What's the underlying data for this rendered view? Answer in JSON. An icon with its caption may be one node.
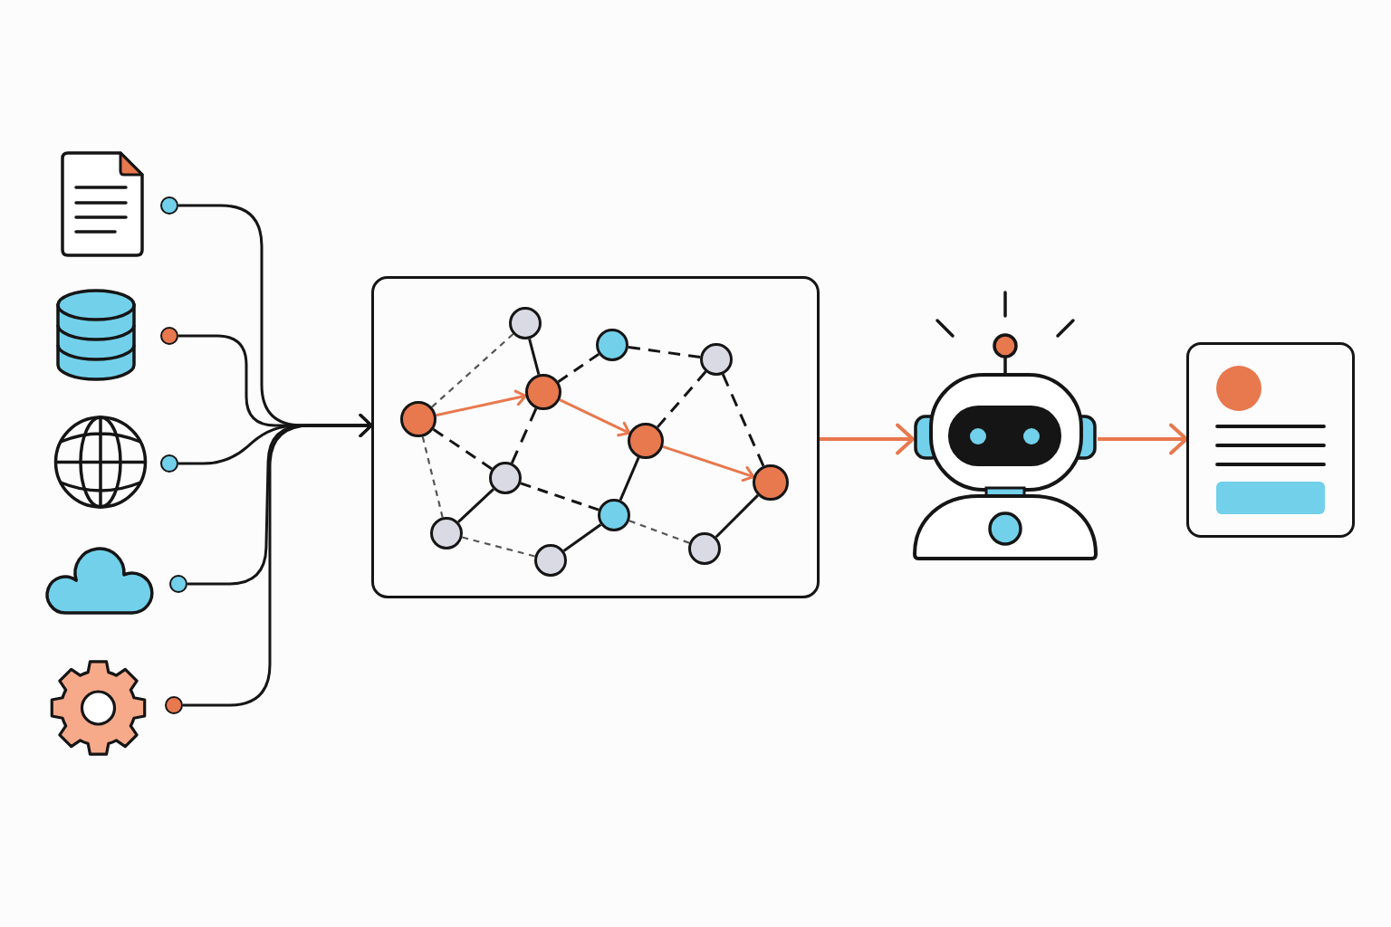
{
  "diagram": {
    "nodes": [
      {
        "text": [],
        "shape": "picture"
      },
      {
        "text": [],
        "shape": "cylinder"
      },
      {
        "text": [],
        "shape": "picture"
      },
      {
        "text": [],
        "shape": "cloud"
      },
      {
        "text": [],
        "shape": "picture"
      },
      {
        "text": [],
        "shape": "circle"
      },
      {
        "text": [],
        "shape": "circle"
      },
      {
        "text": [],
        "shape": "circle"
      },
      {
        "text": [],
        "shape": "circle"
      },
      {
        "text": [],
        "shape": "circle"
      },
      {
        "text": [],
        "shape": "box"
      },
      {
        "text": [],
        "shape": "circle",
        "in": 10
      },
      {
        "text": [],
        "shape": "circle",
        "in": 10
      },
      {
        "text": [],
        "shape": "circle",
        "in": 10
      },
      {
        "text": [],
        "shape": "circle",
        "in": 10
      },
      {
        "text": [],
        "shape": "circle",
        "in": 10
      },
      {
        "text": [],
        "shape": "circle",
        "in": 10
      },
      {
        "text": [],
        "shape": "circle",
        "in": 10
      },
      {
        "text": [],
        "shape": "circle",
        "in": 10
      },
      {
        "text": [],
        "shape": "circle",
        "in": 10
      },
      {
        "text": [],
        "shape": "circle",
        "in": 10
      },
      {
        "text": [],
        "shape": "circle",
        "in": 10
      },
      {
        "text": [],
        "shape": "circle",
        "in": 10
      },
      {
        "text": [],
        "shape": "picture"
      },
      {
        "text": [],
        "shape": "box"
      }
    ],
    "edges": [
      {
        "from": 5,
        "to": 10,
        "arrow": "to"
      },
      {
        "from": 6,
        "to": 10,
        "arrow": "to"
      },
      {
        "from": 7,
        "to": 10,
        "arrow": "to"
      },
      {
        "from": 8,
        "to": 10,
        "arrow": "to"
      },
      {
        "from": 9,
        "to": 10,
        "arrow": "to"
      },
      {
        "from": 10,
        "to": 23,
        "arrow": "to",
        "color": "#e8784e"
      },
      {
        "from": 23,
        "to": 24,
        "arrow": "to",
        "color": "#e8784e"
      },
      {
        "from": 11,
        "to": 13,
        "arrow": "to",
        "color": "#e8784e"
      },
      {
        "from": 13,
        "to": 16,
        "arrow": "to",
        "color": "#e8784e"
      },
      {
        "from": 16,
        "to": 18,
        "arrow": "to",
        "color": "#e8784e"
      },
      {
        "from": 11,
        "to": 12,
        "arrow": "none",
        "style": "dashed",
        "color": "#555555"
      },
      {
        "from": 12,
        "to": 13,
        "arrow": "none"
      },
      {
        "from": 13,
        "to": 14,
        "arrow": "none",
        "style": "dashed"
      },
      {
        "from": 14,
        "to": 15,
        "arrow": "none",
        "style": "dashed"
      },
      {
        "from": 15,
        "to": 16,
        "arrow": "none",
        "style": "dashed"
      },
      {
        "from": 15,
        "to": 18,
        "arrow": "none",
        "style": "dashed"
      },
      {
        "from": 11,
        "to": 17,
        "arrow": "none",
        "style": "dashed"
      },
      {
        "from": 13,
        "to": 17,
        "arrow": "none",
        "style": "dashed"
      },
      {
        "from": 11,
        "to": 20,
        "arrow": "none",
        "style": "dashed",
        "color": "#555555"
      },
      {
        "from": 17,
        "to": 20,
        "arrow": "none"
      },
      {
        "from": 17,
        "to": 19,
        "arrow": "none",
        "style": "dashed"
      },
      {
        "from": 16,
        "to": 19,
        "arrow": "none"
      },
      {
        "from": 20,
        "to": 21,
        "arrow": "none",
        "style": "dashed",
        "color": "#555555"
      },
      {
        "from": 21,
        "to": 19,
        "arrow": "none"
      },
      {
        "from": 19,
        "to": 22,
        "arrow": "none",
        "style": "dashed",
        "color": "#555555"
      },
      {
        "from": 22,
        "to": 18,
        "arrow": "none"
      }
    ]
  }
}
